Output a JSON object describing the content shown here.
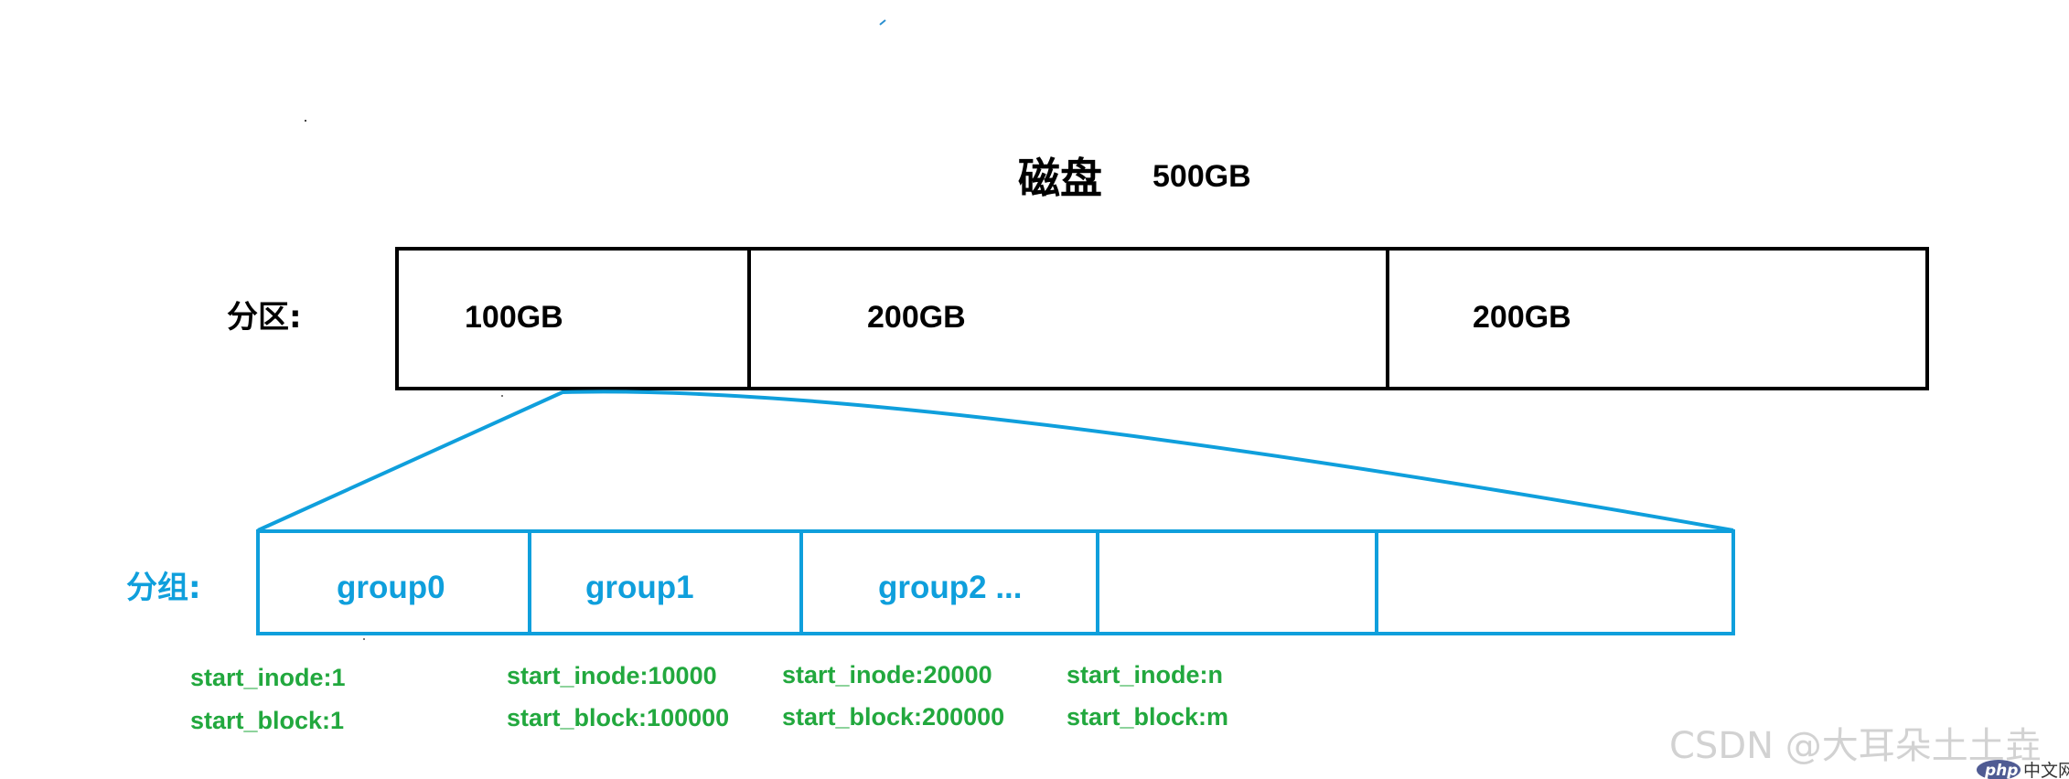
{
  "disk": {
    "title": "磁盘",
    "size": "500GB"
  },
  "partitions": {
    "label": "分区:",
    "items": [
      {
        "size": "100GB"
      },
      {
        "size": "200GB"
      },
      {
        "size": "200GB"
      }
    ]
  },
  "groups": {
    "label": "分组:",
    "items": [
      {
        "name": "group0",
        "start_inode": "start_inode:1",
        "start_block": "start_block:1"
      },
      {
        "name": "group1",
        "start_inode": "start_inode:10000",
        "start_block": "start_block:100000"
      },
      {
        "name": "group2 ...",
        "start_inode": "start_inode:20000",
        "start_block": "start_block:200000"
      },
      {
        "name": "",
        "start_inode": "start_inode:n",
        "start_block": "start_block:m"
      },
      {
        "name": "",
        "start_inode": "",
        "start_block": ""
      }
    ]
  },
  "watermark": {
    "text": "CSDN @大耳朵土土垚",
    "php_badge": "php",
    "php_text": "中文网"
  },
  "colors": {
    "partition_border": "#000000",
    "group_border": "#0f9fdc",
    "group_text": "#0f9fdc",
    "start_text": "#22a83e"
  }
}
